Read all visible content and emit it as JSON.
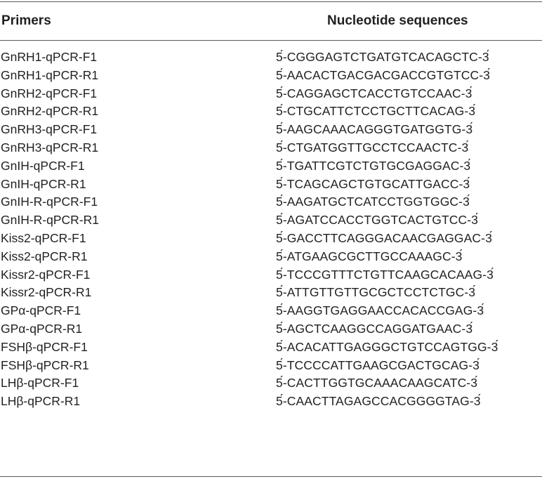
{
  "table": {
    "headers": {
      "primers": "Primers",
      "sequences": "Nucleotide sequences"
    },
    "rows": [
      {
        "primer": "GnRH1-qPCR-F1",
        "sequence": "5́-CGGGAGTCTGATGTCACAGCTC-3́"
      },
      {
        "primer": "GnRH1-qPCR-R1",
        "sequence": "5́-AACACTGACGACGACCGTGTCC-3́"
      },
      {
        "primer": "GnRH2-qPCR-F1",
        "sequence": "5́-CAGGAGCTCACCTGTCCAAC-3́"
      },
      {
        "primer": "GnRH2-qPCR-R1",
        "sequence": "5́-CTGCATTCTCCTGCTTCACAG-3́"
      },
      {
        "primer": "GnRH3-qPCR-F1",
        "sequence": "5́-AAGCAAACAGGGTGATGGTG-3́"
      },
      {
        "primer": "GnRH3-qPCR-R1",
        "sequence": "5́-CTGATGGTTGCCTCCAACTC-3́"
      },
      {
        "primer": "GnIH-qPCR-F1",
        "sequence": "5́-TGATTCGTCTGTGCGAGGAC-3́"
      },
      {
        "primer": "GnIH-qPCR-R1",
        "sequence": "5́-TCAGCAGCTGTGCATTGACC-3́"
      },
      {
        "primer": "GnIH-R-qPCR-F1",
        "sequence": "5́-AAGATGCTCATCCTGGTGGC-3́"
      },
      {
        "primer": "GnIH-R-qPCR-R1",
        "sequence": "5́-AGATCCACCTGGTCACTGTCC-3́"
      },
      {
        "primer": "Kiss2-qPCR-F1",
        "sequence": "5́-GACCTTCAGGGACAACGAGGAC-3́"
      },
      {
        "primer": "Kiss2-qPCR-R1",
        "sequence": "5́-ATGAAGCGCTTGCCAAAGC-3́"
      },
      {
        "primer": "Kissr2-qPCR-F1",
        "sequence": "5́-TCCCGTTTCTGTTCAAGCACAAG-3́"
      },
      {
        "primer": "Kissr2-qPCR-R1",
        "sequence": "5́-ATTGTTGTTGCGCTCCTCTGC-3́"
      },
      {
        "primer": "GPα-qPCR-F1",
        "sequence": "5́-AAGGTGAGGAACCACACCGAG-3́"
      },
      {
        "primer": "GPα-qPCR-R1",
        "sequence": "5́-AGCTCAAGGCCAGGATGAAC-3́"
      },
      {
        "primer": "FSHβ-qPCR-F1",
        "sequence": "5́-ACACATTGAGGGCTGTCCAGTGG-3́"
      },
      {
        "primer": "FSHβ-qPCR-R1",
        "sequence": "5́-TCCCCATTGAAGCGACTGCAG-3́"
      },
      {
        "primer": "LHβ-qPCR-F1",
        "sequence": "5́-CACTTGGTGCAAACAAGCATC-3́"
      },
      {
        "primer": "LHβ-qPCR-R1",
        "sequence": "5́-CAACTTAGAGCCACGGGGTAG-3́"
      }
    ]
  }
}
